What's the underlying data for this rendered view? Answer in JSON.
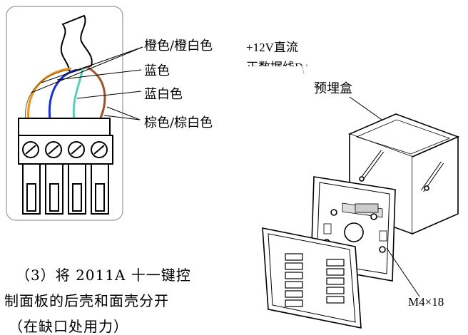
{
  "wiring": {
    "labels": {
      "orange": "橙色/橙白色",
      "blue": "蓝色",
      "blue_white": "蓝白色",
      "brown": "棕色/棕白色"
    },
    "signals": {
      "power": "+12V直流",
      "data_plus": "正数据线D+"
    },
    "wire_colors": {
      "orange": "#e8941c",
      "blue": "#1a2fd0",
      "blue_white": "#58d0b8",
      "brown": "#a0522d"
    }
  },
  "assembly": {
    "box_label": "预埋盒",
    "screw_label": "M4×18"
  },
  "instruction": {
    "line1": "（3）将 2011A 十一键控",
    "line2": "制面板的后壳和面壳分开",
    "line3": "（在缺口处用力）"
  }
}
